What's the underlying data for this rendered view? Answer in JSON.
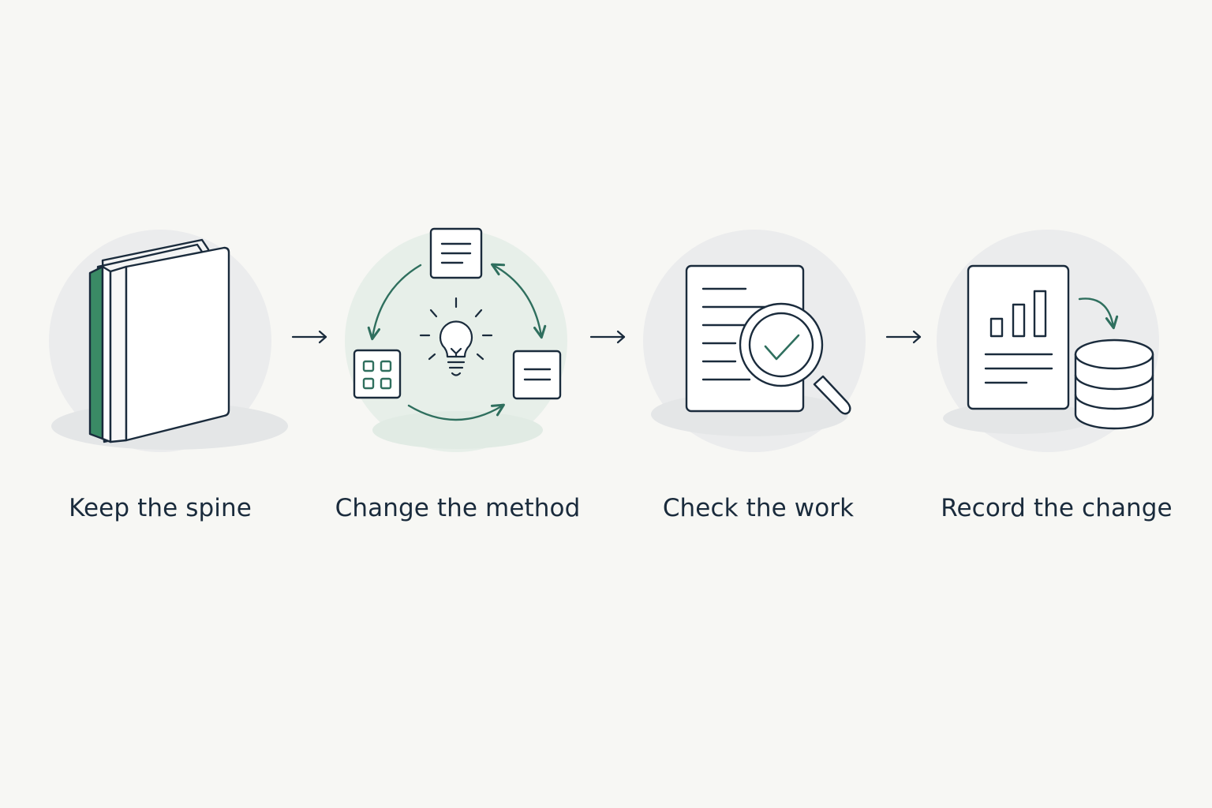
{
  "steps": [
    {
      "label": "Keep the spine",
      "icon": "book-icon"
    },
    {
      "label": "Change the method",
      "icon": "method-cycle-icon"
    },
    {
      "label": "Check the work",
      "icon": "document-check-icon"
    },
    {
      "label": "Record the change",
      "icon": "record-database-icon"
    }
  ],
  "colors": {
    "ink": "#1a2b3c",
    "accent": "#3a8a65",
    "circle": "#ebeced",
    "circle_green": "#e7efe9",
    "background": "#f7f7f4"
  }
}
